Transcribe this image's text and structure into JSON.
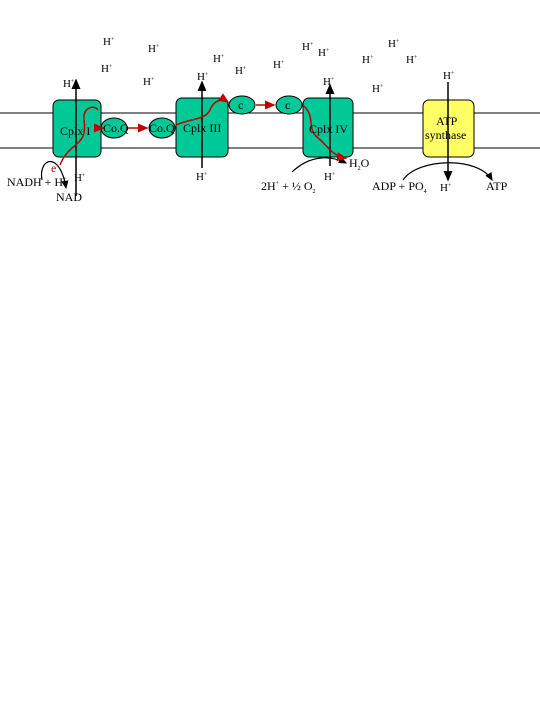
{
  "proton": "H",
  "proton_charge": "+",
  "complexes": {
    "cplx1": "Cplx I",
    "coq": "Co.Q",
    "cplx3": "Cplx III",
    "cyt_c": "c",
    "cplx4": "Cplx IV",
    "atp_synthase_line1": "ATP",
    "atp_synthase_line2": "synthase"
  },
  "reactions": {
    "electron": "e",
    "electron_charge": "-",
    "nadh": "NADH + H",
    "nadh_charge": "+",
    "nad": "NAD",
    "water_h": "H",
    "water_sub": "2",
    "water_o": "O",
    "oxygen_pre": "2H",
    "oxygen_charge": "+",
    "oxygen_mid": " + ½ O",
    "oxygen_sub": "2",
    "adp": "ADP + PO",
    "adp_sub": "4",
    "atp": "ATP"
  },
  "colors": {
    "complex": "#00c896",
    "atp_synthase": "#ffff66",
    "electron_path": "#c00000",
    "membrane": "#000000"
  }
}
